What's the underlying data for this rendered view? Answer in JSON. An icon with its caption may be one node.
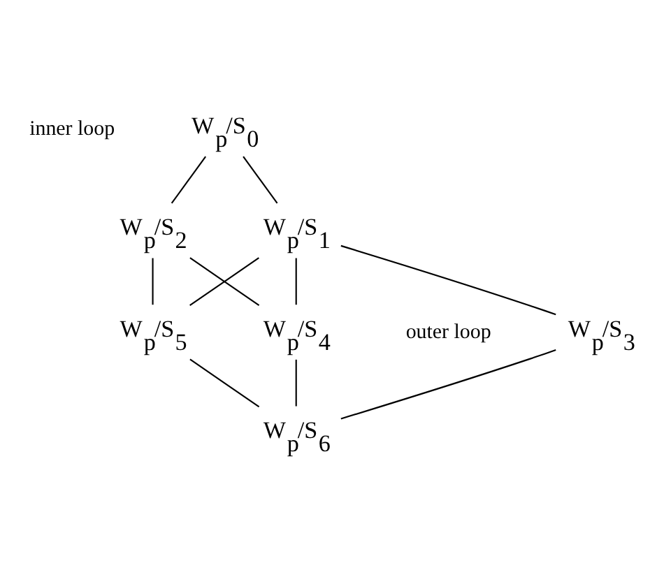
{
  "diagram": {
    "nodes": [
      {
        "text": [
          "W$_{p}$/S$_{0}$"
        ]
      },
      {
        "text": [
          "W$_{p}$/S$_{1}$"
        ]
      },
      {
        "text": [
          "W$_{p}$/S$_{2}$"
        ]
      },
      {
        "text": [
          "W$_{p}$/S$_{3}$"
        ]
      },
      {
        "text": [
          "W$_{p}$/S$_{4}$"
        ]
      },
      {
        "text": [
          "W$_{p}$/S$_{5}$"
        ]
      },
      {
        "text": [
          "W$_{p}$/S$_{6}$"
        ]
      }
    ],
    "edges": [
      {
        "from": 0,
        "to": 1,
        "arrow": "none"
      },
      {
        "from": 0,
        "to": 2,
        "arrow": "none"
      },
      {
        "from": 1,
        "to": 3,
        "arrow": "none"
      },
      {
        "from": 1,
        "to": 4,
        "arrow": "none"
      },
      {
        "from": 1,
        "to": 5,
        "arrow": "none"
      },
      {
        "from": 2,
        "to": 4,
        "arrow": "none"
      },
      {
        "from": 2,
        "to": 5,
        "arrow": "none"
      },
      {
        "from": 3,
        "to": 6,
        "arrow": "none"
      },
      {
        "from": 4,
        "to": 6,
        "arrow": "none"
      },
      {
        "from": 5,
        "to": 6,
        "arrow": "none"
      }
    ],
    "labels": [
      "inner loop",
      "outer loop"
    ]
  }
}
